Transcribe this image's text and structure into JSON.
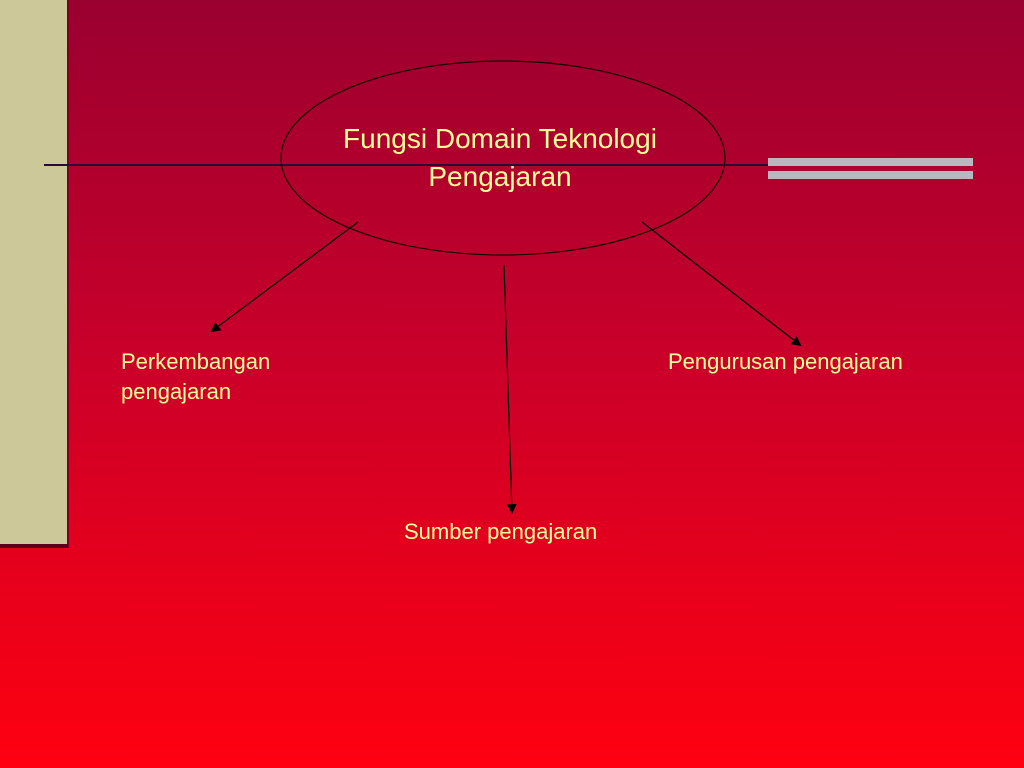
{
  "diagram": {
    "title": "Fungsi Domain Teknologi\nPengajaran",
    "nodes": {
      "left": "Perkembangan\npengajaran",
      "right": "Pengurusan pengajaran",
      "bottom": "Sumber pengajaran"
    },
    "colors": {
      "text": "#ffff99",
      "accent_bar": "#cdc899",
      "lines": "#000000"
    }
  }
}
